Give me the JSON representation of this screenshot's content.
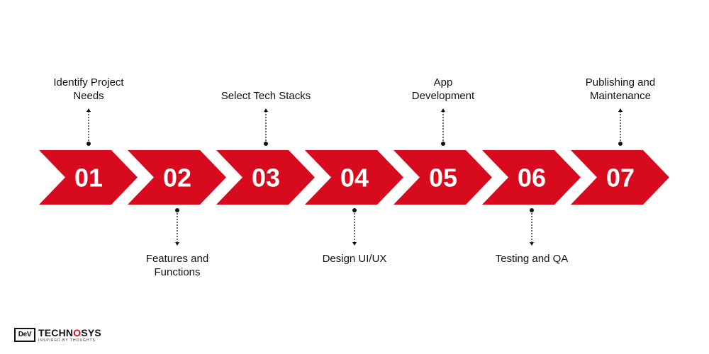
{
  "diagram": {
    "arrow_color": "#d80a1e",
    "number_color": "#ffffff",
    "connector_color": "#111111",
    "steps": [
      {
        "number": "01",
        "label_line1": "Identify Project",
        "label_line2": "Needs",
        "position": "top"
      },
      {
        "number": "02",
        "label_line1": "Features and",
        "label_line2": "Functions",
        "position": "bottom"
      },
      {
        "number": "03",
        "label_line1": "Select Tech Stacks",
        "label_line2": "",
        "position": "top"
      },
      {
        "number": "04",
        "label_line1": "Design UI/UX",
        "label_line2": "",
        "position": "bottom"
      },
      {
        "number": "05",
        "label_line1": "App",
        "label_line2": "Development",
        "position": "top"
      },
      {
        "number": "06",
        "label_line1": "Testing and QA",
        "label_line2": "",
        "position": "bottom"
      },
      {
        "number": "07",
        "label_line1": "Publishing and",
        "label_line2": "Maintenance",
        "position": "top"
      }
    ]
  },
  "logo": {
    "badge_text": "DeV",
    "name_part1": "TECHN",
    "name_accent": "O",
    "name_part2": "SYS",
    "tagline": "INSPIRED BY THOUGHTS"
  }
}
